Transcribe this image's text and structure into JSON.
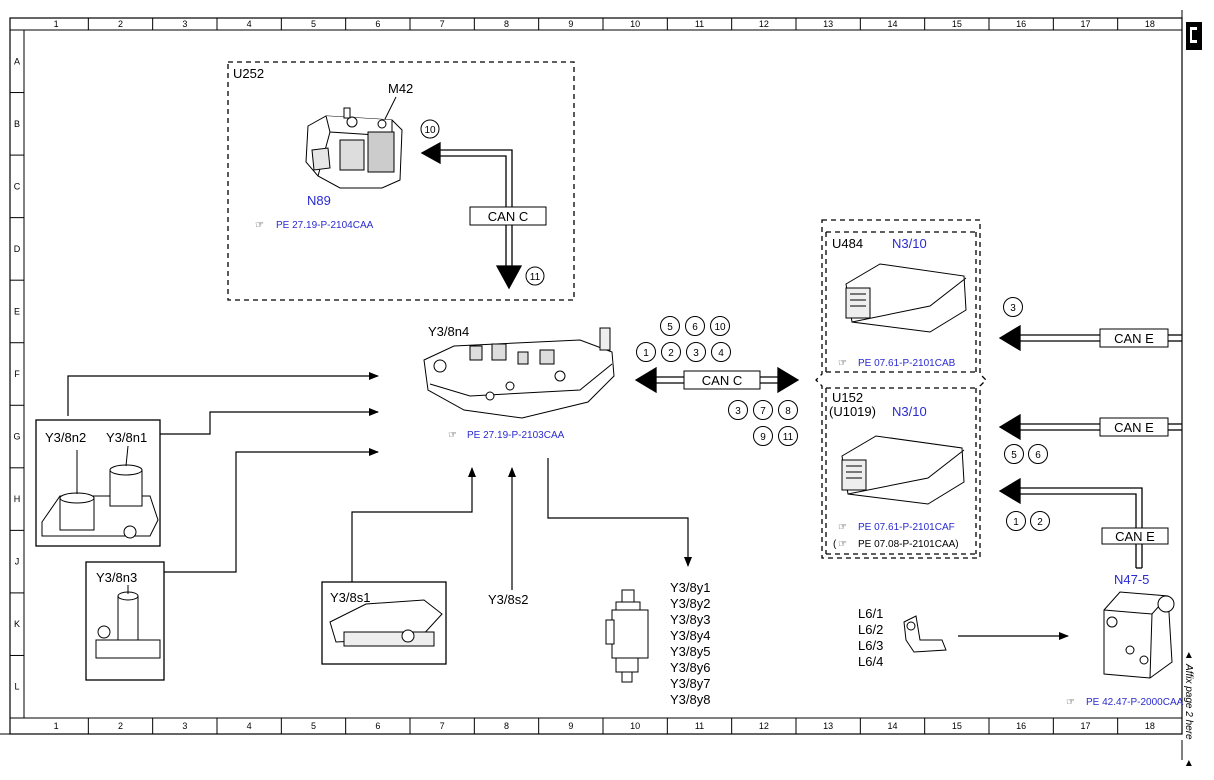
{
  "grid": {
    "columns": [
      "1",
      "2",
      "3",
      "4",
      "5",
      "6",
      "7",
      "8",
      "9",
      "10",
      "11",
      "12",
      "13",
      "14",
      "15",
      "16",
      "17",
      "18"
    ],
    "rows": [
      "A",
      "B",
      "C",
      "D",
      "E",
      "F",
      "G",
      "H",
      "J",
      "K",
      "L"
    ]
  },
  "blocks": {
    "u252": {
      "id": "U252",
      "component": "M42",
      "name": "N89",
      "ref": "PE 27.19-P-2104CAA"
    },
    "u484": {
      "id": "U484",
      "name": "N3/10",
      "ref": "PE 07.61-P-2101CAB"
    },
    "u152": {
      "id": "U152",
      "alt_id": "(U1019)",
      "name": "N3/10",
      "ref": "PE 07.61-P-2101CAF",
      "ref2_open": "(",
      "ref2": "PE 07.08-P-2101CAA)"
    },
    "y38n4": {
      "name": "Y3/8n4",
      "ref": "PE 27.19-P-2103CAA"
    },
    "n47": {
      "name": "N47-5",
      "ref": "PE 42.47-P-2000CAA"
    }
  },
  "components": {
    "y38n2": "Y3/8n2",
    "y38n1": "Y3/8n1",
    "y38n3": "Y3/8n3",
    "y38s1": "Y3/8s1",
    "y38s2": "Y3/8s2",
    "solenoids": [
      "Y3/8y1",
      "Y3/8y2",
      "Y3/8y3",
      "Y3/8y4",
      "Y3/8y5",
      "Y3/8y6",
      "Y3/8y7",
      "Y3/8y8"
    ],
    "sensors": [
      "L6/1",
      "L6/2",
      "L6/3",
      "L6/4"
    ]
  },
  "buses": {
    "can_c_top": "CAN C",
    "can_c_main": "CAN C",
    "can_e_1": "CAN E",
    "can_e_2": "CAN E",
    "can_e_3": "CAN E"
  },
  "signals": {
    "n89_out": "10",
    "n89_in": "11",
    "canc_left_row1": [
      "5",
      "6",
      "10"
    ],
    "canc_left_row2": [
      "1",
      "2",
      "3",
      "4"
    ],
    "canc_right_row1": [
      "3",
      "7",
      "8"
    ],
    "canc_right_row2": [
      "9",
      "11"
    ],
    "u484_in": [
      "3"
    ],
    "u152_in_a": [
      "5",
      "6"
    ],
    "u152_in_b": [
      "1",
      "2"
    ]
  },
  "side_note": "Affix page 2 here"
}
